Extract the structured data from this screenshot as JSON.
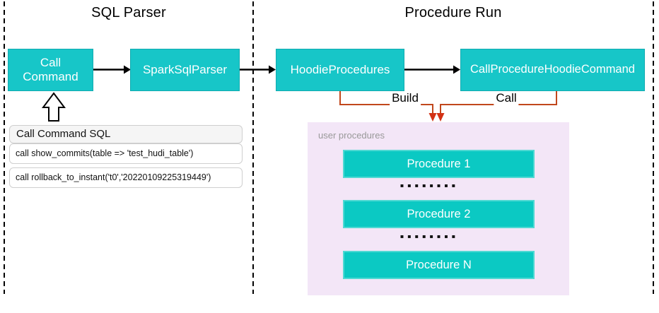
{
  "sections": {
    "sql_parser": {
      "title": "SQL Parser"
    },
    "procedure_run": {
      "title": "Procedure Run"
    }
  },
  "nodes": {
    "call_command": {
      "label": "Call Command"
    },
    "spark_sql_parser": {
      "label": "SparkSqlParser"
    },
    "hoodie_procedures": {
      "label": "HoodieProcedures"
    },
    "call_procedure_hoodie_command": {
      "label": "CallProcedureHoodieCommand"
    }
  },
  "edges": {
    "build_label": "Build",
    "call_label": "Call"
  },
  "sql_panel": {
    "title": "Call Command SQL",
    "statements": [
      "call show_commits(table => 'test_hudi_table')",
      "call rollback_to_instant('t0','20220109225319449')"
    ]
  },
  "procedure_panel": {
    "label": "user procedures",
    "items": [
      {
        "label": "Procedure 1"
      },
      {
        "label": "Procedure 2"
      },
      {
        "label": "Procedure N"
      }
    ],
    "ellipsis": "▪▪▪▪▪▪▪▪"
  },
  "colors": {
    "node_teal": "#17c6c8",
    "procedure_teal": "#0bc9c3",
    "panel_pink": "#f3e6f7",
    "connector_orange": "#c1471c",
    "arrowhead_red": "#d33115",
    "divider_black": "#000000",
    "muted_gray": "#999999"
  }
}
